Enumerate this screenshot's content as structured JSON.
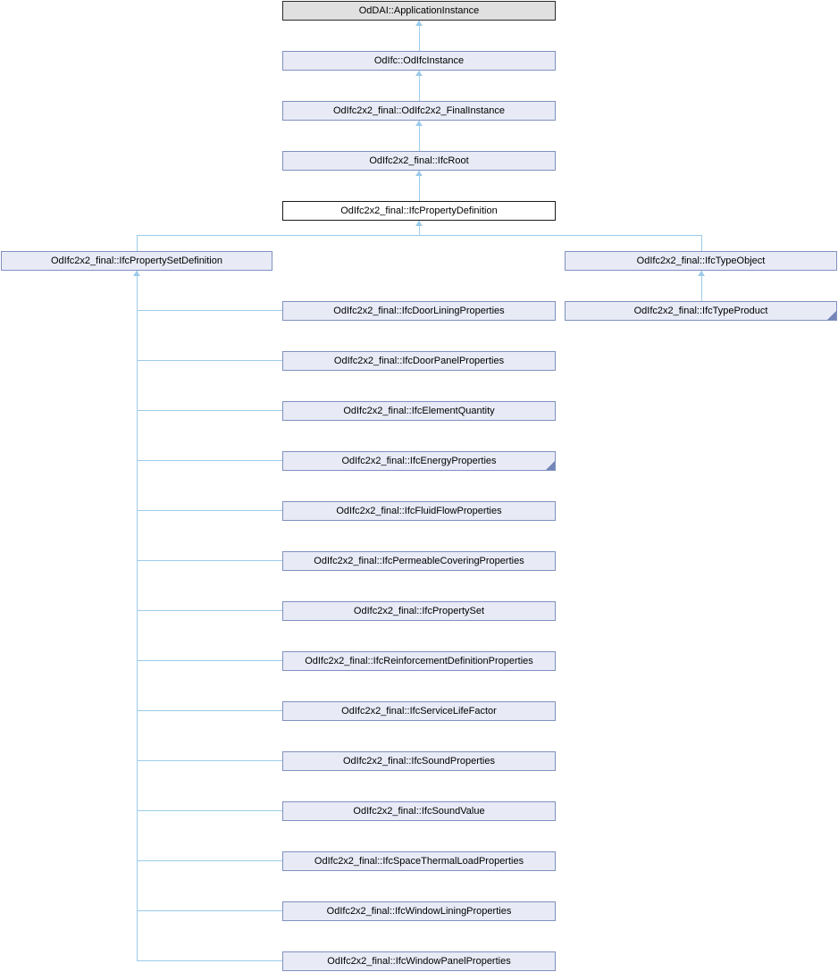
{
  "diagram": {
    "type": "class-inheritance-graph",
    "focus_class": "OdIfc2x2_final::IfcPropertyDefinition",
    "colors": {
      "root_fill": "#e0e0e0",
      "root_border": "#2b2b2b",
      "node_fill": "#e8ebf6",
      "node_border": "#8090c0",
      "focus_fill": "#ffffff",
      "focus_border": "#1a1a1a",
      "edge": "#9ccbea",
      "fold_marker": "#7585b8"
    },
    "ancestors": [
      {
        "label": "OdDAI::ApplicationInstance"
      },
      {
        "label": "OdIfc::OdIfcInstance"
      },
      {
        "label": "OdIfc2x2_final::OdIfc2x2_FinalInstance"
      },
      {
        "label": "OdIfc2x2_final::IfcRoot"
      }
    ],
    "focus": {
      "label": "OdIfc2x2_final::IfcPropertyDefinition"
    },
    "subclasses_left": {
      "parent": {
        "label": "OdIfc2x2_final::IfcPropertySetDefinition"
      },
      "children": [
        {
          "label": "OdIfc2x2_final::IfcDoorLiningProperties"
        },
        {
          "label": "OdIfc2x2_final::IfcDoorPanelProperties"
        },
        {
          "label": "OdIfc2x2_final::IfcElementQuantity"
        },
        {
          "label": "OdIfc2x2_final::IfcEnergyProperties",
          "has_more_derived": true
        },
        {
          "label": "OdIfc2x2_final::IfcFluidFlowProperties"
        },
        {
          "label": "OdIfc2x2_final::IfcPermeableCoveringProperties"
        },
        {
          "label": "OdIfc2x2_final::IfcPropertySet"
        },
        {
          "label": "OdIfc2x2_final::IfcReinforcementDefinitionProperties"
        },
        {
          "label": "OdIfc2x2_final::IfcServiceLifeFactor"
        },
        {
          "label": "OdIfc2x2_final::IfcSoundProperties"
        },
        {
          "label": "OdIfc2x2_final::IfcSoundValue"
        },
        {
          "label": "OdIfc2x2_final::IfcSpaceThermalLoadProperties"
        },
        {
          "label": "OdIfc2x2_final::IfcWindowLiningProperties"
        },
        {
          "label": "OdIfc2x2_final::IfcWindowPanelProperties"
        }
      ]
    },
    "subclasses_right": {
      "parent": {
        "label": "OdIfc2x2_final::IfcTypeObject"
      },
      "children": [
        {
          "label": "OdIfc2x2_final::IfcTypeProduct",
          "has_more_derived": true
        }
      ]
    }
  }
}
